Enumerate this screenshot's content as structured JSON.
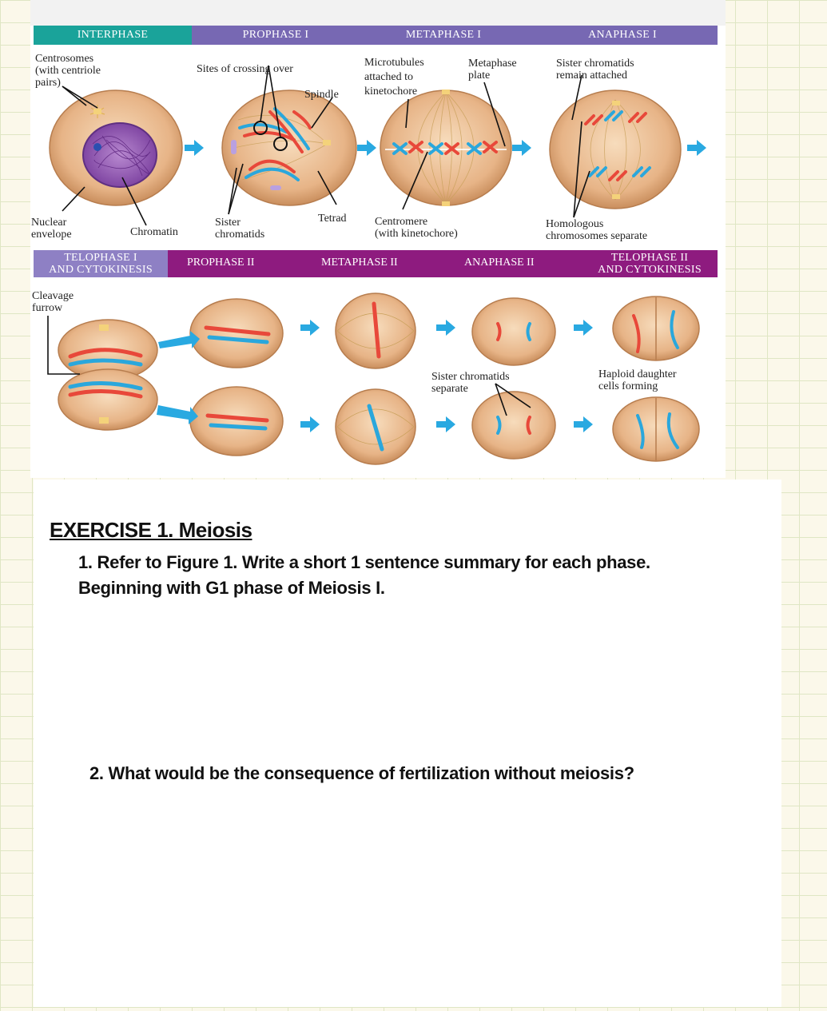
{
  "figure": {
    "headers_row1": [
      "INTERPHASE",
      "PROPHASE I",
      "METAPHASE I",
      "ANAPHASE I"
    ],
    "headers_row2": {
      "telophase1": [
        "TELOPHASE I",
        "AND CYTOKINESIS"
      ],
      "prophase2": "PROPHASE  II",
      "metaphase2": "METAPHASE II",
      "anaphase2": "ANAPHASE II",
      "telophase2": [
        "TELOPHASE II",
        "AND CYTOKINESIS"
      ]
    },
    "labels": {
      "centrosomes": [
        "Centrosomes",
        "(with centriole",
        "pairs)"
      ],
      "crossing_over": "Sites of crossing over",
      "spindle": "Spindle",
      "microtubules": [
        "Microtubules",
        "attached to",
        "kinetochore"
      ],
      "metaphase_plate": [
        "Metaphase",
        "plate"
      ],
      "sister_attached": [
        "Sister chromatids",
        "remain attached"
      ],
      "nuclear_envelope": [
        "Nuclear",
        "envelope"
      ],
      "chromatin": "Chromatin",
      "sister_chromatids": [
        "Sister",
        "chromatids"
      ],
      "tetrad": "Tetrad",
      "centromere": [
        "Centromere",
        "(with kinetochore)"
      ],
      "homologous": [
        "Homologous",
        "chromosomes separate"
      ],
      "cleavage": [
        "Cleavage",
        "furrow"
      ],
      "sister_separate": [
        "Sister chromatids",
        "separate"
      ],
      "haploid": [
        "Haploid daughter",
        "cells forming"
      ]
    },
    "colors": {
      "interphase_bar": "#1aa39a",
      "meiosis1_bar": "#7768b3",
      "meiosis2_bar": "#8e1b7f",
      "telophase1_bar": "#8e80c4",
      "cell_fill": "#e8b98c",
      "arrow": "#29a9e1",
      "chrom_red": "#e8483a",
      "chrom_blue": "#2aa7dc"
    }
  },
  "exercise": {
    "title": "EXERCISE 1. Meiosis",
    "q1_line1": "1.  Refer to Figure 1. Write a short 1 sentence summary for each phase.",
    "q1_line2": "Beginning with G1 phase of Meiosis I.",
    "q2": "2.  What would be the consequence of fertilization without meiosis?"
  }
}
